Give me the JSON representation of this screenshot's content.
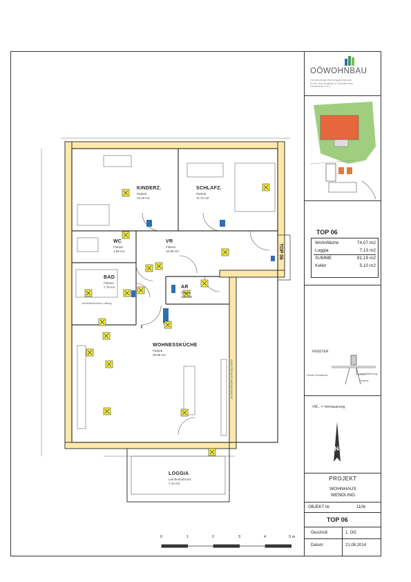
{
  "brand": {
    "name": "OÖWOHNBAU",
    "sub_lines": [
      "Gemeinnützige Wohnungsgesellschaft",
      "für den Wohnungsbau in Oberösterreich",
      "Gesellschaft m.b.H."
    ]
  },
  "rooms": [
    {
      "key": "kinderz",
      "name": "KINDERZ.",
      "sub1": "Parkett",
      "sub2": "10,16 m2"
    },
    {
      "key": "schlafz",
      "name": "SCHLAFZ.",
      "sub1": "Parkett",
      "sub2": "11,72 m2"
    },
    {
      "key": "wc",
      "name": "WC",
      "sub1": "Fliesen",
      "sub2": "1,59 m2"
    },
    {
      "key": "vr",
      "name": "VR",
      "sub1": "Fliesen",
      "sub2": "10,96 m2"
    },
    {
      "key": "bad",
      "name": "BAD",
      "sub1": "Fliesen",
      "sub2": "7,76 m2"
    },
    {
      "key": "ar",
      "name": "AR",
      "sub1": "Fliesen",
      "sub2": "1,47 m2"
    },
    {
      "key": "wohn",
      "name": "WOHNESSKÜCHE",
      "sub1": "Parkett",
      "sub2": "30,98 m2"
    },
    {
      "key": "loggia",
      "name": "LOGGIA",
      "sub1": "Lärchenholzrost",
      "sub2": "7,13 m2"
    }
  ],
  "plan_notes": {
    "top_label": "TOP 06",
    "ventilation": "Gebäudetechnik Lüftung",
    "kitchen_wall": "ELEKTROLEITUNGSSCHACHT"
  },
  "title_block": {
    "unit": "TOP 06",
    "areas": [
      {
        "label": "Wohnfläche",
        "value": "74,07 m2"
      },
      {
        "label": "Loggia",
        "value": "7,13 m2"
      },
      {
        "label": "SUMME",
        "value": "81,19 m2"
      },
      {
        "label": "Keller",
        "value": "5,10 m2"
      }
    ],
    "window_title": "FENSTER",
    "window_labels": [
      "Decke Rohdecke",
      "Dachdämmung",
      "Gesims"
    ],
    "vm_note": "VM... = Vormauerung",
    "north_label": "N",
    "project_title": "PROJEKT",
    "project_line1": "WOHNHAUS",
    "project_line2": "WENDLING",
    "objekt_label": "OBJEKT Nr.",
    "objekt_value": "1106",
    "unit_again": "TOP 06",
    "geschoss_label": "Geschoß",
    "geschoss_value": "1. OG",
    "datum_label": "Datum",
    "datum_value": "21.08.2014"
  },
  "scale_bar": {
    "ticks": [
      "0",
      "1",
      "2",
      "3",
      "4",
      "5 m"
    ]
  },
  "colors": {
    "roof": "#e8663c",
    "grass": "#9fcf7e",
    "wall": "#ffe9a8",
    "wall_line": "#333333",
    "marker": "#f5ee3a",
    "accent": "#2f6fb0",
    "garage": "#e07a3a"
  }
}
